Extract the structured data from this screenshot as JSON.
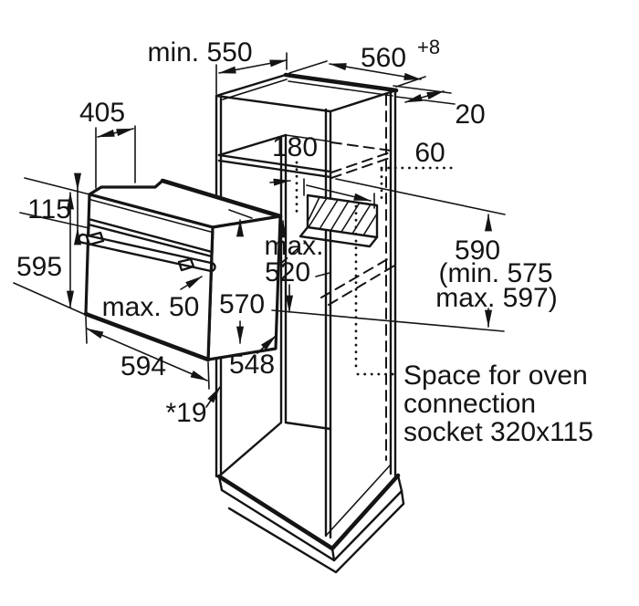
{
  "diagram": {
    "kind": "built-in oven installation drawing",
    "background_color": "#ffffff",
    "line_color": "#141414",
    "dimensions": {
      "niche_min_depth": "min. 550",
      "niche_width": "560",
      "niche_width_tolerance": "+8",
      "wall_rear_gap": "20",
      "socket_rear_offset": "60",
      "top_compartment_height": "180",
      "niche_height": "590",
      "niche_height_min": "(min. 575",
      "niche_height_max": "max. 597)",
      "recess_max_word": "max.",
      "recess_max_value": "520",
      "oven_side_height": "570",
      "door_max_protrusion": "max. 50",
      "control_panel_height": "115",
      "oven_total_height": "595",
      "oven_top_depth": "405",
      "oven_width": "594",
      "oven_body_depth": "548",
      "front_overlay_gap": "*19"
    },
    "note": {
      "line1": "Space for oven",
      "line2": "connection",
      "line3": "socket 320x115"
    }
  }
}
